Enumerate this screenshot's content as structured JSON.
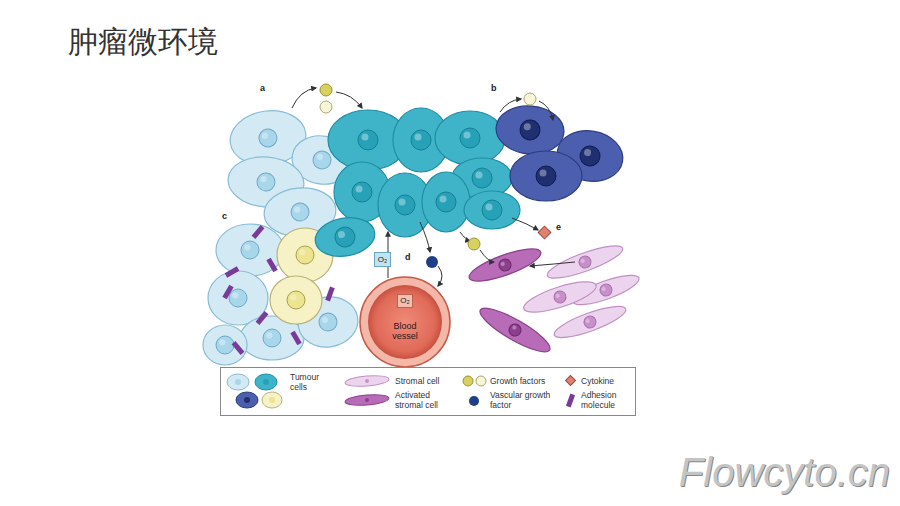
{
  "diagram": {
    "title": "肿瘤微环境",
    "nodes": [
      {
        "text": [
          "Blood vessel"
        ]
      },
      {
        "text": [
          "O₂"
        ],
        "in": 0
      },
      {
        "text": [
          "O₂"
        ]
      }
    ],
    "labels": [
      "a",
      "b",
      "c",
      "d",
      "e",
      "Flowcyto.cn"
    ],
    "legend": [
      {
        "text": "Tumour cells"
      },
      {
        "text": "Stromal cell"
      },
      {
        "text": "Activated stromal cell"
      },
      {
        "text": "Growth factors"
      },
      {
        "text": "Vascular growth factor"
      },
      {
        "text": "Cytokine"
      },
      {
        "text": "Adhesion molecule"
      }
    ]
  }
}
